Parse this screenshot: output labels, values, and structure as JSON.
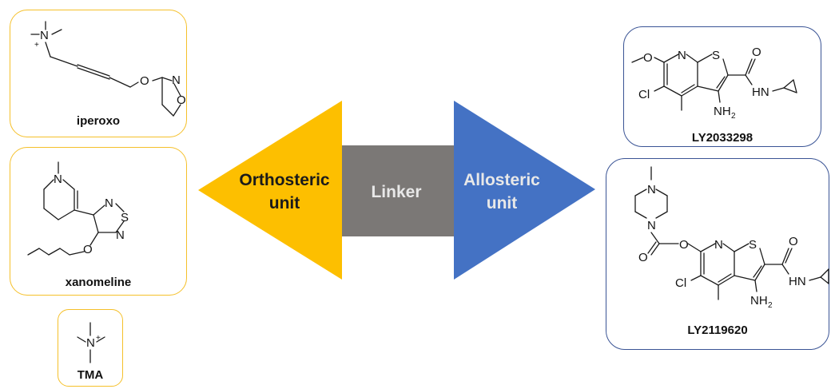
{
  "colors": {
    "orthosteric": "#fdbf00",
    "linker": "#7b7876",
    "allosteric": "#4472c4",
    "orthosteric_border": "#f5c02a",
    "allosteric_border": "#3a5495",
    "label_dark": "#1a1a1a",
    "label_light": "#e8e8e8"
  },
  "center": {
    "orthosteric_line1": "Orthosteric",
    "orthosteric_line2": "unit",
    "linker": "Linker",
    "allosteric_line1": "Allosteric",
    "allosteric_line2": "unit"
  },
  "molecules": {
    "iperoxo": {
      "name": "iperoxo",
      "atoms": {
        "n": "N",
        "plus": "+",
        "o1": "O",
        "n2": "N",
        "o2": "O"
      }
    },
    "xanomeline": {
      "name": "xanomeline",
      "atoms": {
        "n": "N",
        "s": "S",
        "n1": "N",
        "n2": "N",
        "o": "O"
      }
    },
    "tma": {
      "name": "TMA",
      "atoms": {
        "n": "N",
        "plus": "+"
      }
    },
    "ly2033298": {
      "name": "LY2033298",
      "atoms": {
        "o_me": "O",
        "n": "N",
        "s": "S",
        "o": "O",
        "cl": "Cl",
        "hn": "HN",
        "nh": "NH",
        "sub2": "2"
      }
    },
    "ly2119620": {
      "name": "LY2119620",
      "atoms": {
        "n_top": "N",
        "n_bot": "N",
        "o_amide": "O",
        "o_ether": "O",
        "n_py": "N",
        "s": "S",
        "o": "O",
        "cl": "Cl",
        "hn": "HN",
        "nh": "NH",
        "sub2": "2"
      }
    }
  }
}
